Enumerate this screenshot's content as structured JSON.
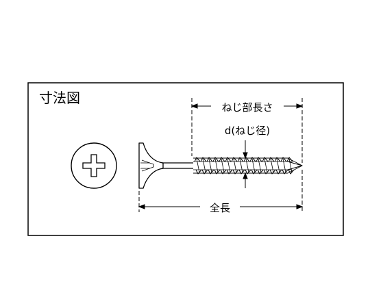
{
  "title": "寸法図",
  "labels": {
    "thread_length": "ねじ部長さ",
    "diameter": "d(ねじ径)",
    "total_length": "全長"
  }
}
